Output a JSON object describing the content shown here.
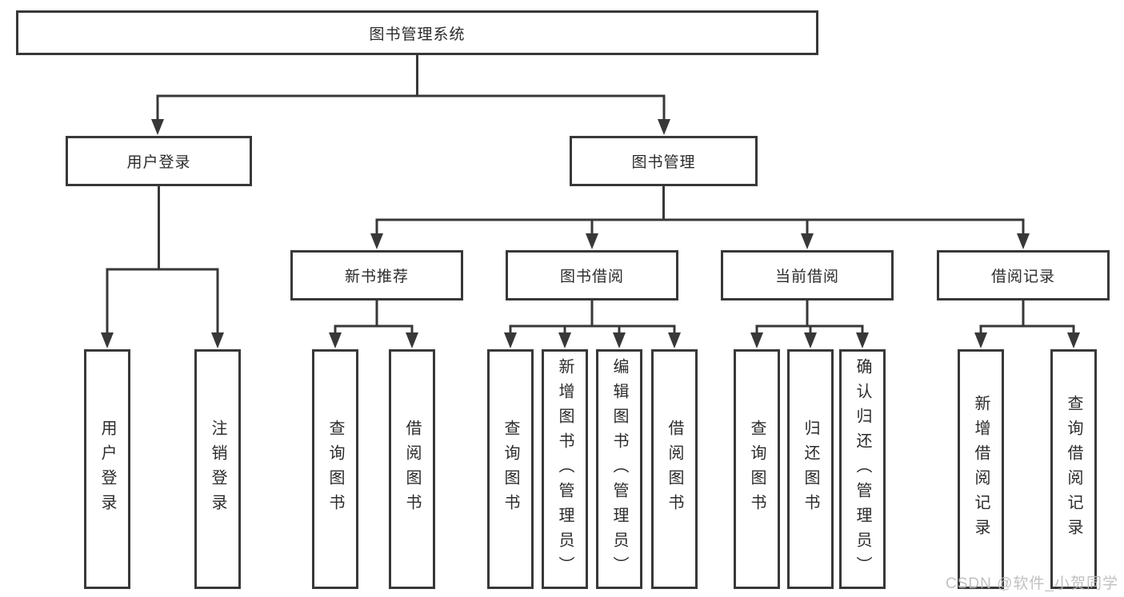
{
  "tree": {
    "root": {
      "label": "图书管理系统"
    },
    "level1": [
      {
        "label": "用户登录"
      },
      {
        "label": "图书管理"
      }
    ],
    "level2": [
      {
        "label": "新书推荐",
        "parent": "图书管理"
      },
      {
        "label": "图书借阅",
        "parent": "图书管理"
      },
      {
        "label": "当前借阅",
        "parent": "图书管理"
      },
      {
        "label": "借阅记录",
        "parent": "图书管理"
      }
    ],
    "leaves": [
      {
        "label": "用户登录",
        "parent": "用户登录"
      },
      {
        "label": "注销登录",
        "parent": "用户登录"
      },
      {
        "label": "查询图书",
        "parent": "新书推荐"
      },
      {
        "label": "借阅图书",
        "parent": "新书推荐"
      },
      {
        "label": "查询图书",
        "parent": "图书借阅"
      },
      {
        "label": "新增图书（管理员）",
        "parent": "图书借阅"
      },
      {
        "label": "编辑图书（管理员）",
        "parent": "图书借阅"
      },
      {
        "label": "借阅图书",
        "parent": "图书借阅"
      },
      {
        "label": "查询图书",
        "parent": "当前借阅"
      },
      {
        "label": "归还图书",
        "parent": "当前借阅"
      },
      {
        "label": "确认归还（管理员）",
        "parent": "当前借阅"
      },
      {
        "label": "新增借阅记录",
        "parent": "借阅记录"
      },
      {
        "label": "查询借阅记录",
        "parent": "借阅记录"
      }
    ]
  },
  "watermark": {
    "text": "CSDN @软件_小贺同学"
  },
  "colors": {
    "line": "#383838",
    "box_border": "#383838",
    "box_fill": "#ffffff",
    "text": "#2b2b2b",
    "watermark": "#b9b9b9"
  }
}
